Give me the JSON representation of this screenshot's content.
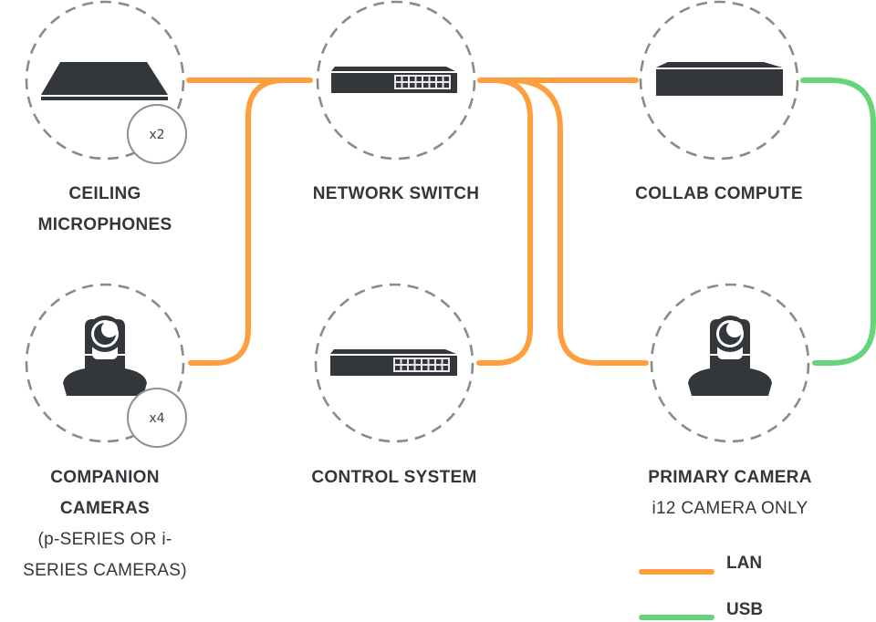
{
  "colors": {
    "lan": "#ff9e3d",
    "usb": "#66d47a",
    "device": "#33363b",
    "dashed_circle": "#8a8a8a",
    "badge_circle": "#8f8f8f"
  },
  "nodes": [
    {
      "id": "ceiling-microphones",
      "title_lines": [
        "CEILING",
        "MICROPHONES"
      ],
      "subtitle_lines": [],
      "icon": "ceiling-microphone-icon",
      "badge": "x2"
    },
    {
      "id": "network-switch",
      "title_lines": [
        "NETWORK SWITCH"
      ],
      "subtitle_lines": [],
      "icon": "network-switch-icon",
      "badge": null
    },
    {
      "id": "collab-compute",
      "title_lines": [
        "COLLAB COMPUTE"
      ],
      "subtitle_lines": [],
      "icon": "compute-unit-icon",
      "badge": null
    },
    {
      "id": "companion-cameras",
      "title_lines": [
        "COMPANION",
        "CAMERAS"
      ],
      "subtitle_lines": [
        "(p-SERIES OR i-",
        "SERIES CAMERAS)"
      ],
      "icon": "ptz-camera-icon",
      "badge": "x4"
    },
    {
      "id": "control-system",
      "title_lines": [
        "CONTROL SYSTEM"
      ],
      "subtitle_lines": [],
      "icon": "network-switch-icon",
      "badge": null
    },
    {
      "id": "primary-camera",
      "title_lines": [
        "PRIMARY CAMERA"
      ],
      "subtitle_lines": [
        "i12 CAMERA ONLY"
      ],
      "icon": "ptz-camera-icon",
      "badge": null
    }
  ],
  "connections": [
    {
      "from": "ceiling-microphones",
      "to": "network-switch",
      "type": "LAN"
    },
    {
      "from": "companion-cameras",
      "to": "network-switch",
      "type": "LAN"
    },
    {
      "from": "network-switch",
      "to": "collab-compute",
      "type": "LAN"
    },
    {
      "from": "network-switch",
      "to": "control-system",
      "type": "LAN"
    },
    {
      "from": "network-switch",
      "to": "primary-camera",
      "type": "LAN"
    },
    {
      "from": "collab-compute",
      "to": "primary-camera",
      "type": "USB"
    }
  ],
  "legend": [
    {
      "label": "LAN",
      "color": "#ff9e3d"
    },
    {
      "label": "USB",
      "color": "#66d47a"
    }
  ]
}
